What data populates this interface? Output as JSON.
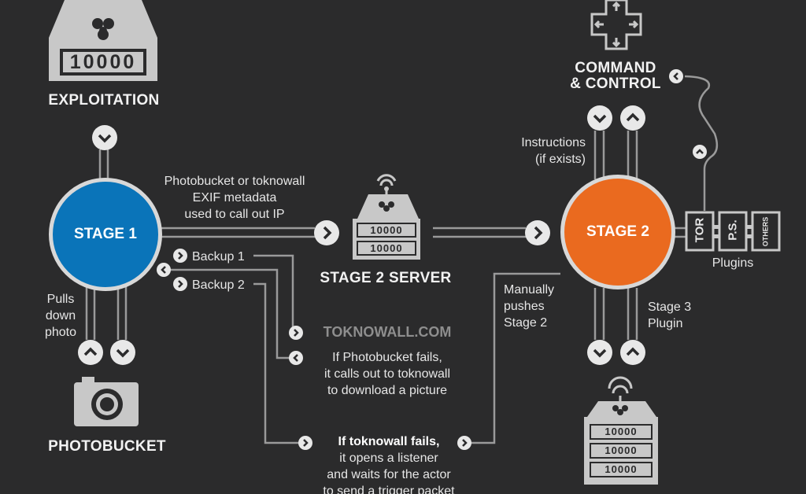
{
  "nodes": {
    "exploitation": "EXPLOITATION",
    "stage1": "STAGE 1",
    "stage2": "STAGE 2",
    "stage2_server": "STAGE 2 SERVER",
    "photobucket": "PHOTOBUCKET",
    "command_control": [
      "COMMAND",
      "& CONTROL"
    ],
    "toknowall": "TOKNOWALL.COM"
  },
  "labels": {
    "exif": [
      "Photobucket or toknowall",
      "EXIF metadata",
      "used to call out IP"
    ],
    "backup1": "Backup 1",
    "backup2": "Backup 2",
    "pulls": [
      "Pulls",
      "down",
      "photo"
    ],
    "instructions": [
      "Instructions",
      "(if exists)"
    ],
    "manually": [
      "Manually",
      "pushes",
      "Stage 2"
    ],
    "stage3": [
      "Stage 3",
      "Plugin"
    ],
    "plugins": "Plugins",
    "photobucket_fails": [
      "If Photobucket fails,",
      "it calls out to toknowall",
      "to download a picture"
    ],
    "toknowall_fails_bold": "If toknowall fails,",
    "toknowall_fails": [
      "it opens a listener",
      "and waits for the actor",
      "to send a trigger packet"
    ]
  },
  "plugins": [
    "TOR",
    "P.S.",
    "OTHERS"
  ],
  "server_display": "10000",
  "colors": {
    "background": "#2b2b2c",
    "stage1": "#0a74b9",
    "stage2": "#ea6a1f",
    "icon": "#c8c8c8",
    "line": "#9a9a9a"
  },
  "icons": {
    "biohazard": "biohazard-icon",
    "antenna": "antenna-icon",
    "camera": "camera-icon",
    "dpad": "dpad-icon"
  }
}
